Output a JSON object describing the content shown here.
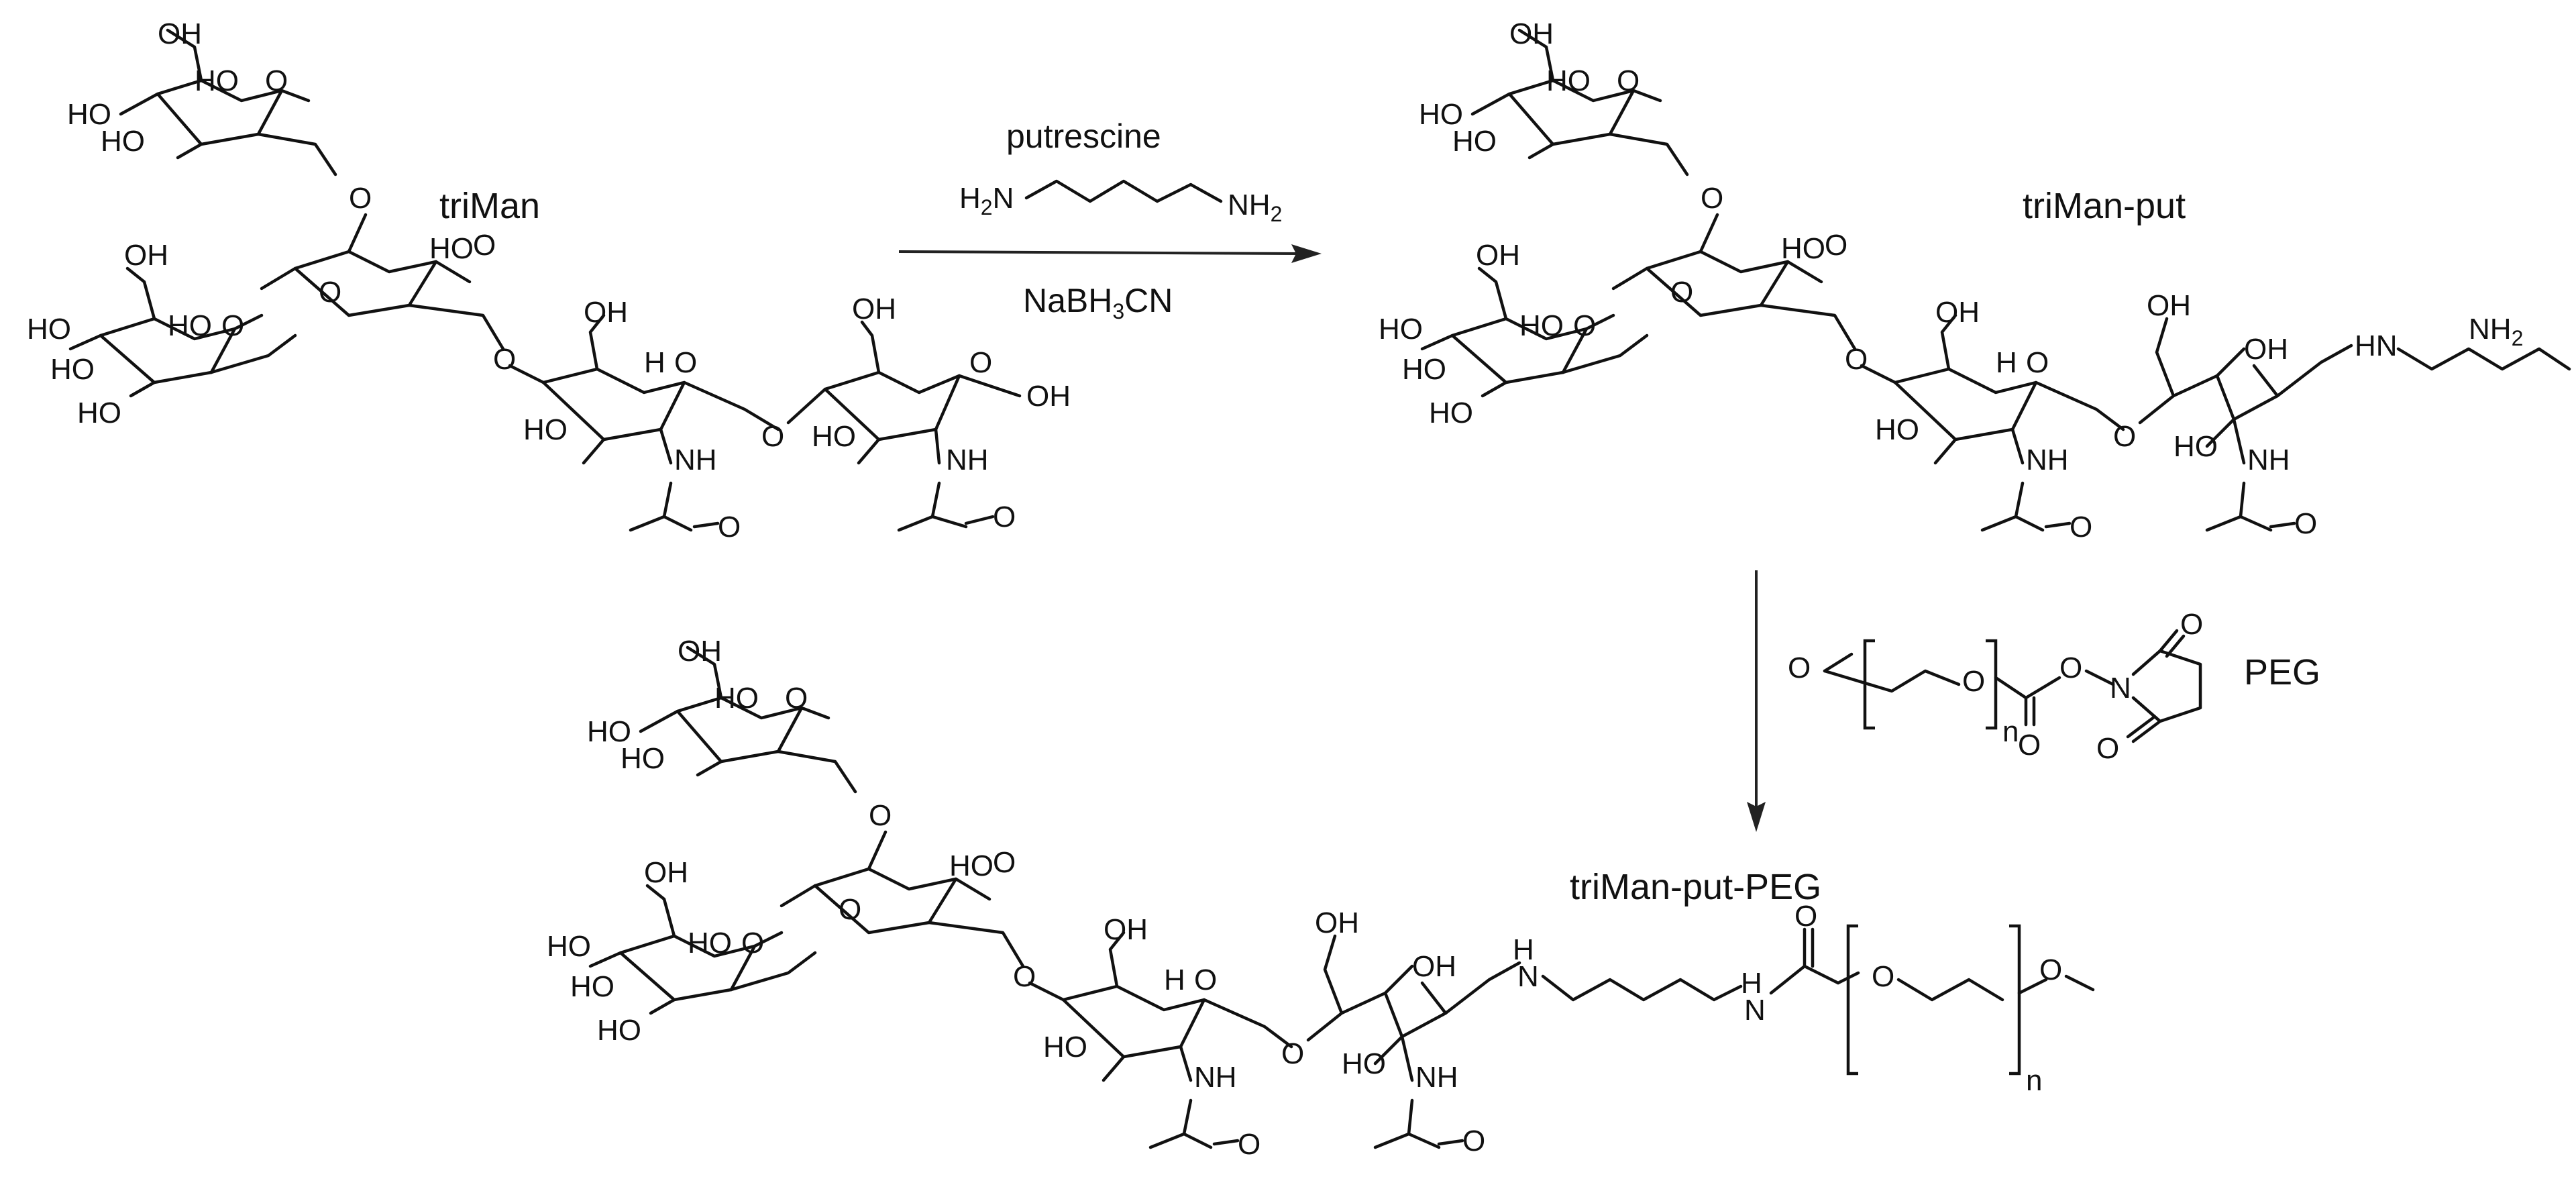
{
  "compounds": {
    "start": "triMan",
    "intermediate": "triMan-put",
    "product": "triMan-put-PEG",
    "peg_reagent": "PEG"
  },
  "step1": {
    "reagent_name": "putrescine",
    "reagent_left_amine": "H",
    "reagent_right_amine": "NH",
    "subscript_2": "2",
    "reductant_prefix": "NaBH",
    "reductant_sub": "3",
    "reductant_suffix": "CN"
  },
  "atoms": {
    "oh": "OH",
    "ho": "HO",
    "o": "O",
    "nh": "NH",
    "hn": "HN",
    "h": "H",
    "n": "N",
    "h2n": "H",
    "repeat_n": "n"
  },
  "colors": {
    "ink": "#111111",
    "background": "#ffffff"
  }
}
